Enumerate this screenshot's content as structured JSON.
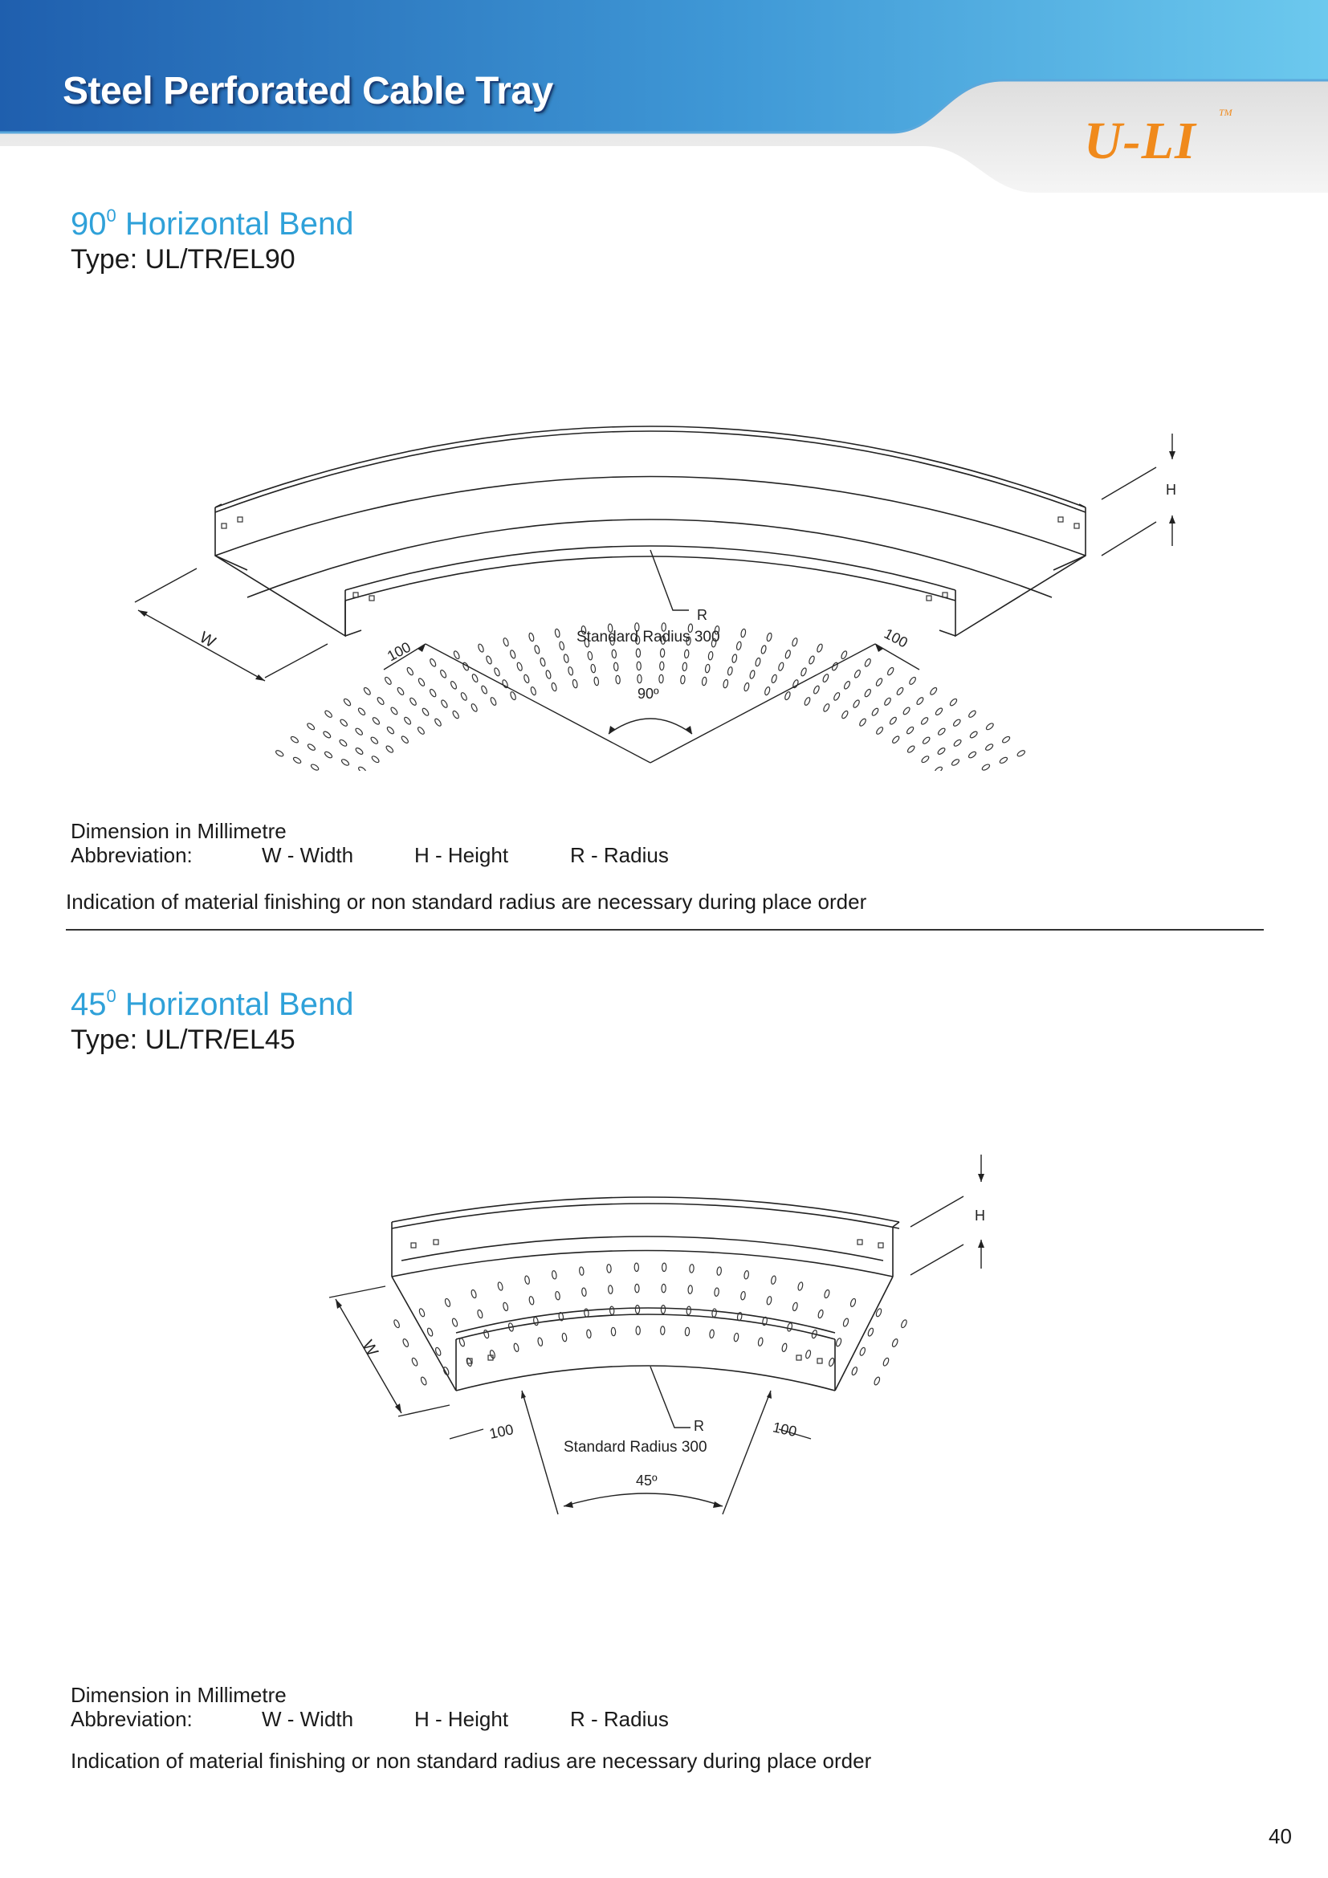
{
  "header": {
    "title": "Steel Perforated Cable Tray",
    "logo_text": "U-LI",
    "trademark": "TM",
    "colors": {
      "banner_dark": "#1f5fae",
      "banner_light": "#6cc9ee",
      "logo": "#f08a1c",
      "heading": "#2fa1d9"
    }
  },
  "section_90": {
    "title_prefix": "90",
    "title_superscript": "0",
    "title_rest": " Horizontal Bend",
    "type_line": "Type: UL/TR/EL90",
    "drawing_labels": {
      "w": "W",
      "h": "H",
      "r": "R",
      "radius": "Standard Radius 300",
      "dim_left": "100",
      "dim_right": "100",
      "angle": "90º"
    },
    "dimension_note": "Dimension in Millimetre",
    "abbr_label": "Abbreviation:",
    "abbr_w": "W - Width",
    "abbr_h": "H - Height",
    "abbr_r": "R - Radius",
    "order_note": "Indication of material finishing or non standard radius are necessary during place order"
  },
  "section_45": {
    "title_prefix": "45",
    "title_superscript": "0",
    "title_rest": " Horizontal Bend",
    "type_line": "Type: UL/TR/EL45",
    "drawing_labels": {
      "w": "W",
      "h": "H",
      "r": "R",
      "radius": "Standard Radius 300",
      "dim_left": "100",
      "dim_right": "100",
      "angle": "45º"
    },
    "dimension_note": "Dimension in Millimetre",
    "abbr_label": "Abbreviation:",
    "abbr_w": "W - Width",
    "abbr_h": "H - Height",
    "abbr_r": "R - Radius",
    "order_note": "Indication of material finishing or non standard radius are necessary during place order"
  },
  "footer": {
    "page_number": "40"
  }
}
